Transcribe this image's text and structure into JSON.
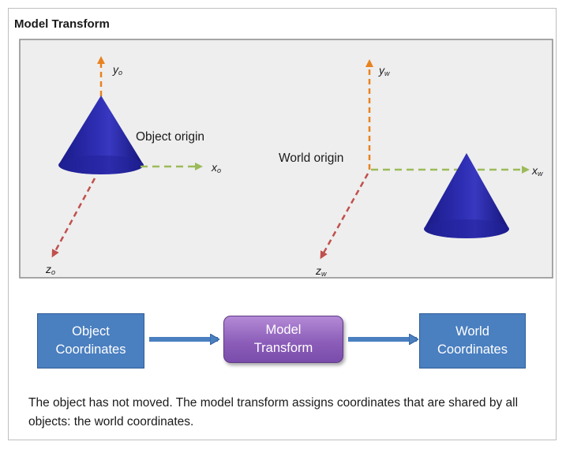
{
  "title": "Model Transform",
  "scene": {
    "object_space": {
      "origin_label": "Object origin",
      "axes": {
        "y": "yo",
        "x": "xo",
        "z": "zo"
      }
    },
    "world_space": {
      "origin_label": "World origin",
      "axes": {
        "y": "yw",
        "x": "xw",
        "z": "zw"
      }
    }
  },
  "flow": {
    "left_box": "Object\nCoordinates",
    "middle_box": "Model\nTransform",
    "right_box": "World\nCoordinates"
  },
  "caption": "The object has not moved. The model transform assigns coordinates that are shared by all objects: the world coordinates.",
  "colors": {
    "y_axis": "#e8821f",
    "x_axis": "#9bbb59",
    "z_axis": "#c0504d",
    "cone": "#2b2ba8",
    "coord_box": "#4a7fc0",
    "model_box": "#8d5fba",
    "panel": "#eeeeee"
  }
}
